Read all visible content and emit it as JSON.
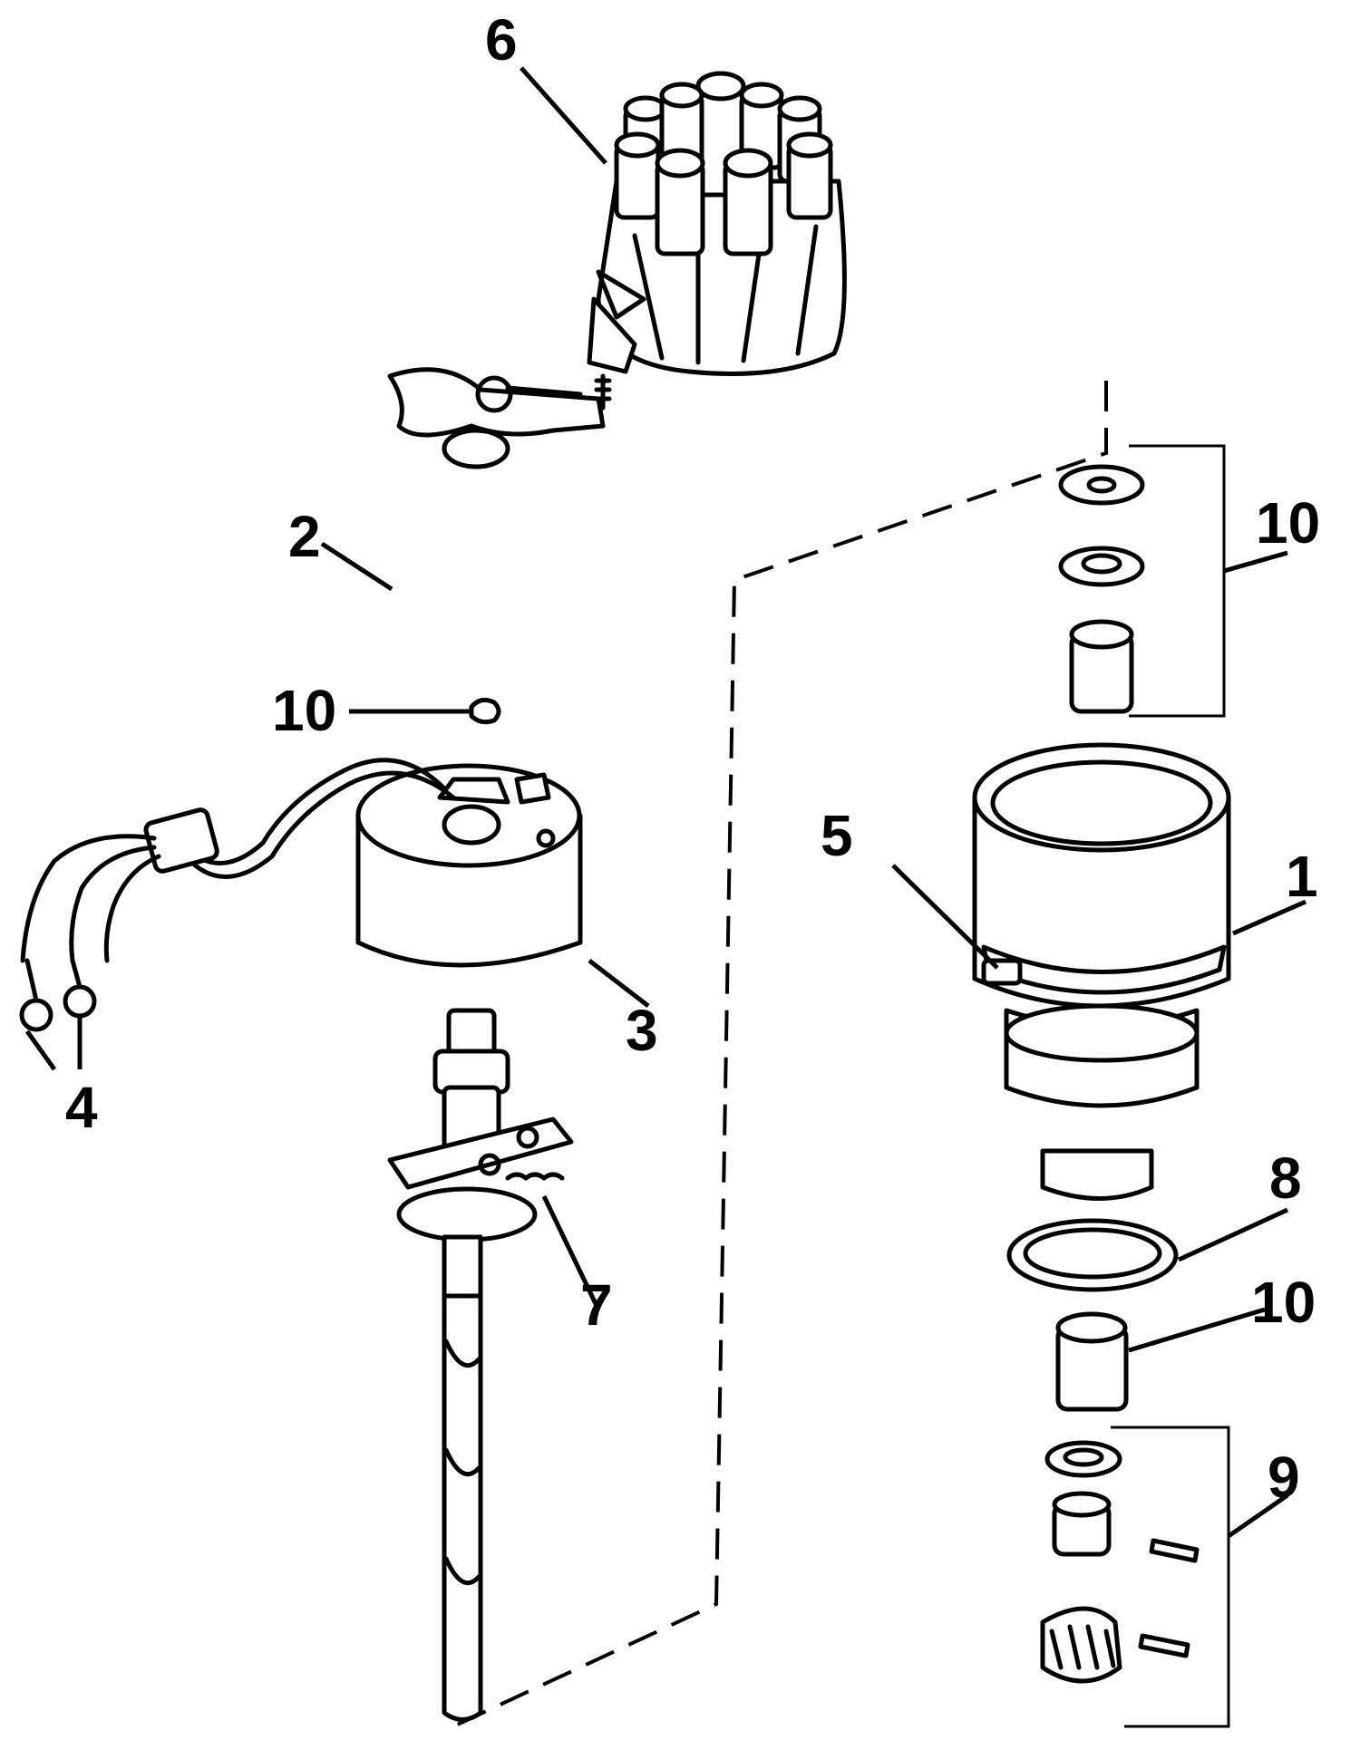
{
  "diagram": {
    "callouts": [
      {
        "id": "c6",
        "text": "6"
      },
      {
        "id": "c2",
        "text": "2"
      },
      {
        "id": "c10a",
        "text": "10"
      },
      {
        "id": "c10b",
        "text": "10"
      },
      {
        "id": "c5",
        "text": "5"
      },
      {
        "id": "c1",
        "text": "1"
      },
      {
        "id": "c3",
        "text": "3"
      },
      {
        "id": "c4",
        "text": "4"
      },
      {
        "id": "c7",
        "text": "7"
      },
      {
        "id": "c8",
        "text": "8"
      },
      {
        "id": "c10c",
        "text": "10"
      },
      {
        "id": "c9",
        "text": "9"
      }
    ],
    "colors": {
      "ink": "#000000",
      "background": "#ffffff"
    }
  }
}
